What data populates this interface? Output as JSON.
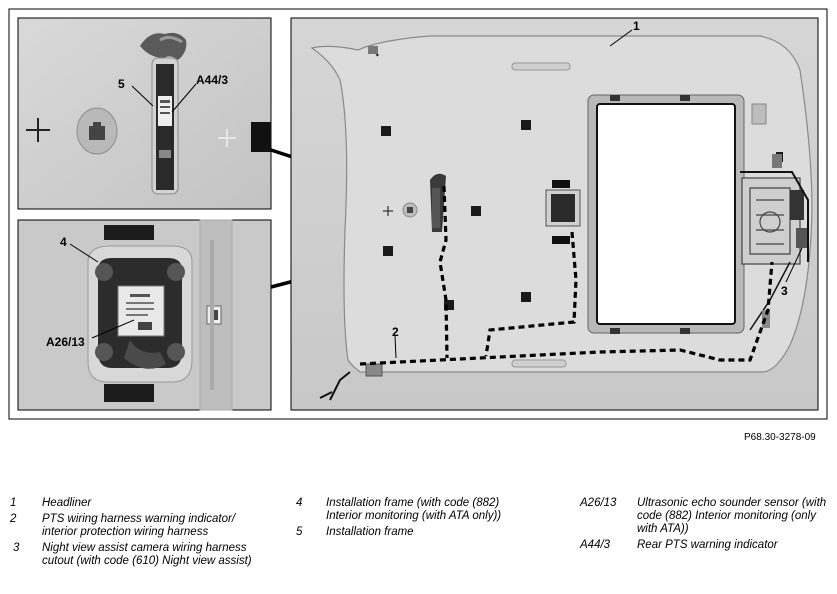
{
  "callouts": {
    "headliner": "1",
    "pts_harness": "2",
    "night_view_cutout": "3",
    "install_frame_882": "4",
    "install_frame": "5",
    "echo_sensor": "A26/13",
    "rear_pts": "A44/3"
  },
  "reference_number": "P68.30-3278-09",
  "legend": [
    {
      "key": "1",
      "text": "Headliner"
    },
    {
      "key": "2",
      "text": "PTS wiring harness warning indicator/ interior protection wiring harness"
    },
    {
      "key": "3",
      "text": "Night view assist camera wiring harness cutout (with code (610) Night view assist)"
    },
    {
      "key": "4",
      "text": "Installation frame (with code (882) Interior monitoring (with ATA only))"
    },
    {
      "key": "5",
      "text": "Installation frame"
    },
    {
      "key": "A26/13",
      "text": "Ultrasonic echo sounder sensor (with code (882) Interior monitoring (only with ATA))"
    },
    {
      "key": "A44/3",
      "text": "Rear PTS warning indicator"
    }
  ],
  "colors": {
    "panel_bg": "#cfcfcf",
    "headliner": "#dedede",
    "harness_dash": "#000000"
  }
}
